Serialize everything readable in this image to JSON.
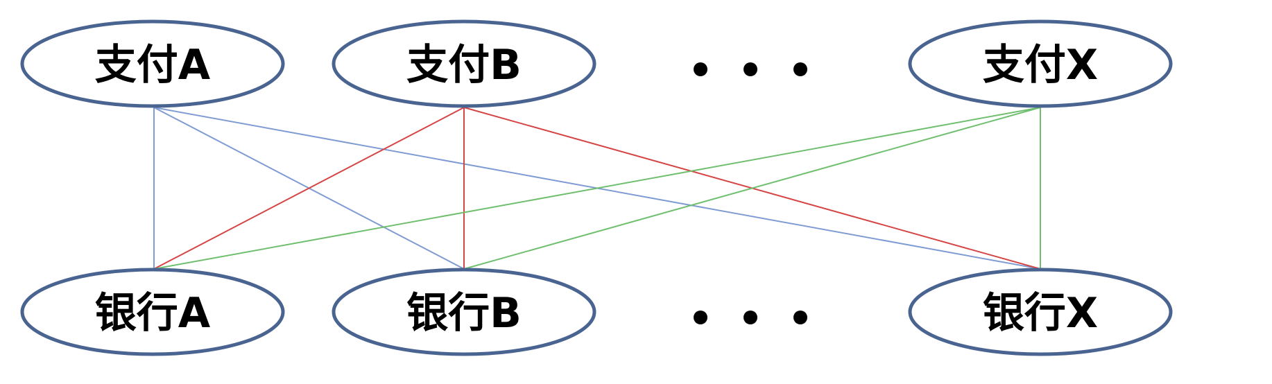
{
  "top_nodes": [
    {
      "id": "pay-a",
      "label": "支付A"
    },
    {
      "id": "pay-b",
      "label": "支付B"
    },
    {
      "id": "pay-x",
      "label": "支付X"
    }
  ],
  "bottom_nodes": [
    {
      "id": "bank-a",
      "label": "银行A"
    },
    {
      "id": "bank-b",
      "label": "银行B"
    },
    {
      "id": "bank-x",
      "label": "银行X"
    }
  ],
  "edges": [
    {
      "from": "pay-a",
      "to": "bank-a",
      "color": "#7f9bd3"
    },
    {
      "from": "pay-a",
      "to": "bank-b",
      "color": "#7f9bd3"
    },
    {
      "from": "pay-a",
      "to": "bank-x",
      "color": "#7f9bd3"
    },
    {
      "from": "pay-b",
      "to": "bank-a",
      "color": "#d64545"
    },
    {
      "from": "pay-b",
      "to": "bank-b",
      "color": "#d64545"
    },
    {
      "from": "pay-b",
      "to": "bank-x",
      "color": "#d64545"
    },
    {
      "from": "pay-x",
      "to": "bank-a",
      "color": "#6fbf6f"
    },
    {
      "from": "pay-x",
      "to": "bank-b",
      "color": "#6fbf6f"
    },
    {
      "from": "pay-x",
      "to": "bank-x",
      "color": "#6fbf6f"
    }
  ],
  "colors": {
    "node_border": "#4a6491",
    "pay_a_edges": "#7f9bd3",
    "pay_b_edges": "#d64545",
    "pay_x_edges": "#6fbf6f"
  }
}
